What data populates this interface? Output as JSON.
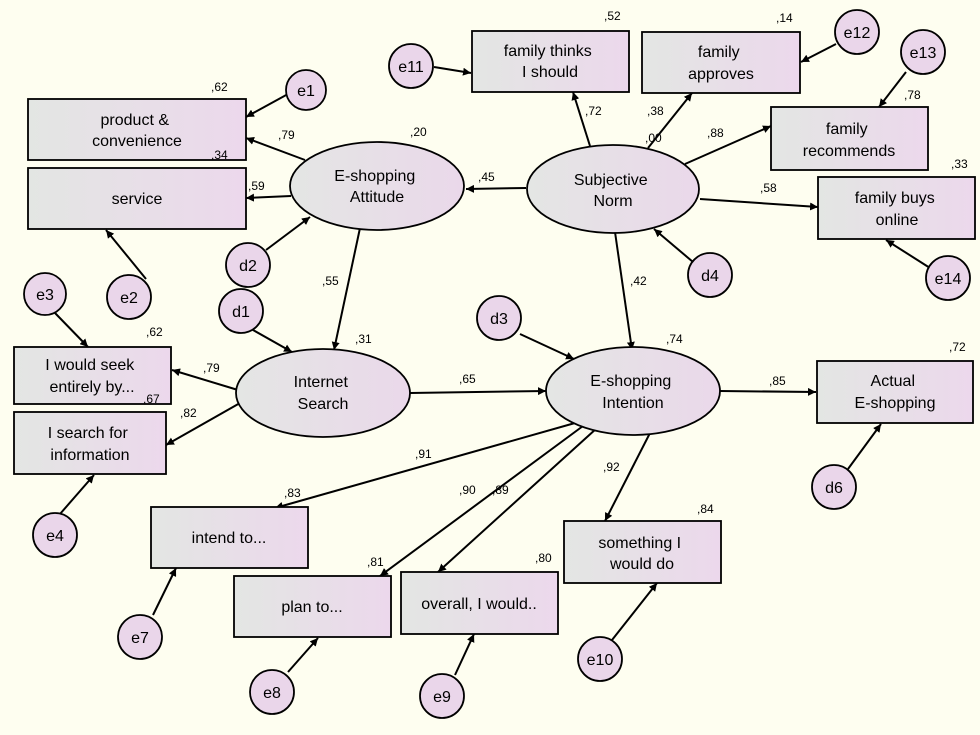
{
  "latents": {
    "attitude": {
      "lines": [
        "E-shopping",
        "Attitude"
      ],
      "r2": ",20"
    },
    "norm": {
      "lines": [
        "Subjective",
        "Norm"
      ],
      "r2": ",00"
    },
    "search": {
      "lines": [
        "Internet",
        "Search"
      ],
      "r2": ",31"
    },
    "intention": {
      "lines": [
        "E-shopping",
        "Intention"
      ],
      "r2": ",74"
    }
  },
  "indicators": {
    "product": {
      "lines": [
        "product &",
        "convenience"
      ],
      "r2": ",62"
    },
    "service": {
      "lines": [
        "service"
      ],
      "r2": ",34"
    },
    "seek": {
      "lines": [
        "I would seek",
        "entirely by..."
      ],
      "r2": ",62"
    },
    "searchinfo": {
      "lines": [
        "I search for",
        "information"
      ],
      "r2": ",67"
    },
    "thinks": {
      "lines": [
        "family thinks",
        "I should"
      ],
      "r2": ",52"
    },
    "approves": {
      "lines": [
        "family",
        "approves"
      ],
      "r2": ",14"
    },
    "recommends": {
      "lines": [
        "family",
        "recommends"
      ],
      "r2": ",78"
    },
    "buys": {
      "lines": [
        "family buys",
        "online"
      ],
      "r2": ",33"
    },
    "actual": {
      "lines": [
        "Actual",
        "E-shopping"
      ],
      "r2": ",72"
    },
    "intend": {
      "lines": [
        "intend to..."
      ],
      "r2": ",83"
    },
    "plan": {
      "lines": [
        "plan to..."
      ],
      "r2": ",81"
    },
    "overall": {
      "lines": [
        "overall, I would.."
      ],
      "r2": ",80"
    },
    "something": {
      "lines": [
        "something I",
        "would do"
      ],
      "r2": ",84"
    }
  },
  "errors": {
    "e1": "e1",
    "e2": "e2",
    "e3": "e3",
    "e4": "e4",
    "e7": "e7",
    "e8": "e8",
    "e9": "e9",
    "e10": "e10",
    "e11": "e11",
    "e12": "e12",
    "e13": "e13",
    "e14": "e14",
    "d1": "d1",
    "d2": "d2",
    "d3": "d3",
    "d4": "d4",
    "d6": "d6"
  },
  "paths": {
    "norm_attitude": ",45",
    "attitude_search": ",55",
    "norm_intention": ",42",
    "search_intention": ",65",
    "intention_actual": ",85",
    "attitude_product": ",79",
    "attitude_service": ",59",
    "search_seek": ",79",
    "search_searchinfo": ",82",
    "norm_thinks": ",72",
    "norm_approves": ",38",
    "norm_recommends": ",88",
    "norm_buys": ",58",
    "intention_intend": ",91",
    "intention_plan": ",90",
    "intention_overall": ",89",
    "intention_something": ",92"
  }
}
